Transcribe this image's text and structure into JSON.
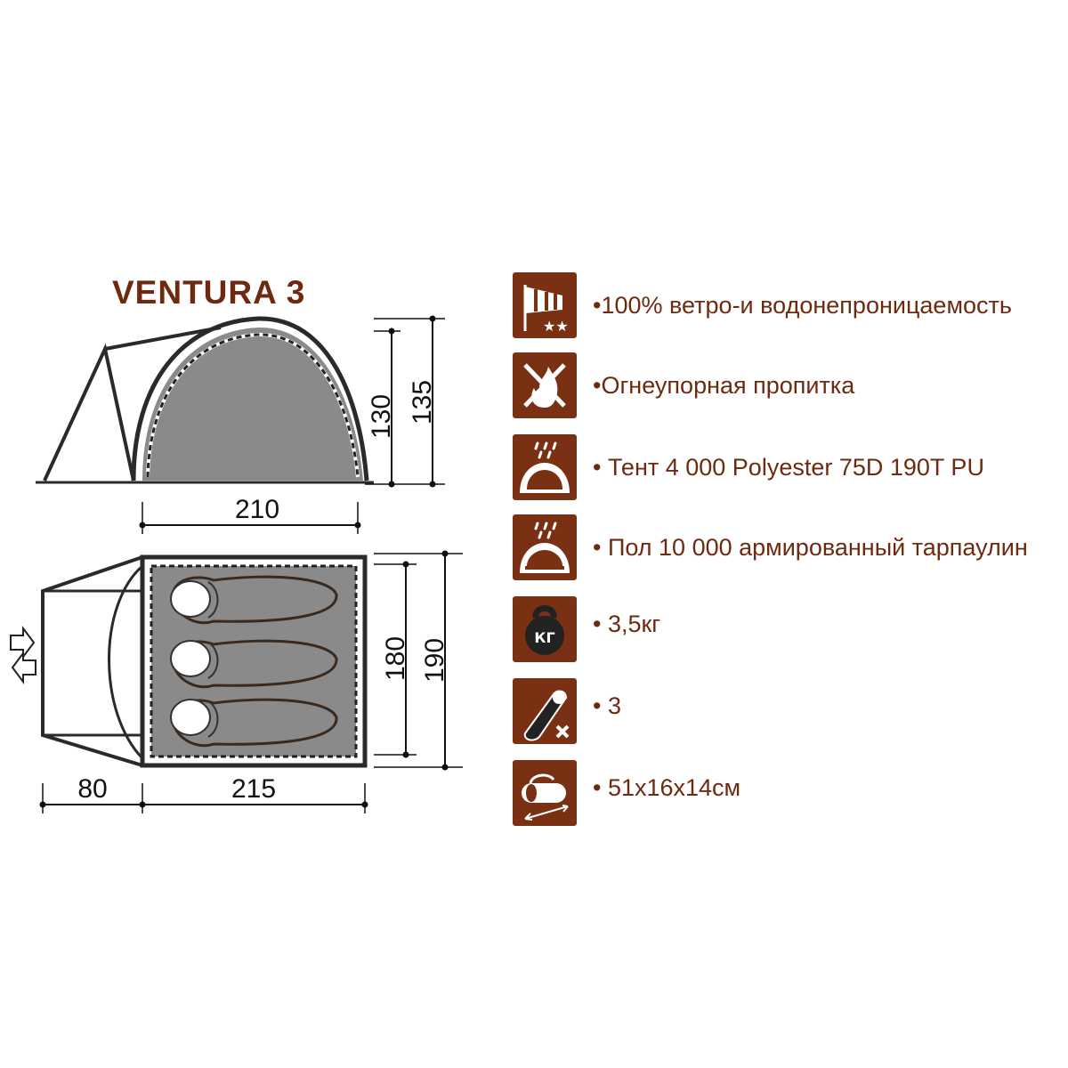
{
  "product": {
    "title": "VENTURA 3"
  },
  "dimensions": {
    "side_height_inner": "130",
    "side_height_outer": "135",
    "side_length": "210",
    "floor_width_inner": "180",
    "floor_width_outer": "190",
    "vestibule_length": "80",
    "floor_length": "215"
  },
  "features": [
    {
      "icon": "windsock-icon",
      "text": "•100% ветро-и водонепроницаемость"
    },
    {
      "icon": "no-fire-icon",
      "text": "•Огнеупорная пропитка"
    },
    {
      "icon": "rain-tent-icon",
      "text": "• Тент 4 000 Polyester 75D 190T PU"
    },
    {
      "icon": "rain-floor-icon",
      "text": "• Пол 10 000 армированный тарпаулин"
    },
    {
      "icon": "kettlebell-icon",
      "text": "• 3,5кг",
      "icon_label": "КГ"
    },
    {
      "icon": "sleeping-bag-icon",
      "text": "• 3"
    },
    {
      "icon": "carry-bag-icon",
      "text": "• 51х16х14см"
    }
  ],
  "colors": {
    "brand_brown": "#7a3012",
    "title_brown": "#6e2a10",
    "floor_gray": "#8a8a8a"
  }
}
